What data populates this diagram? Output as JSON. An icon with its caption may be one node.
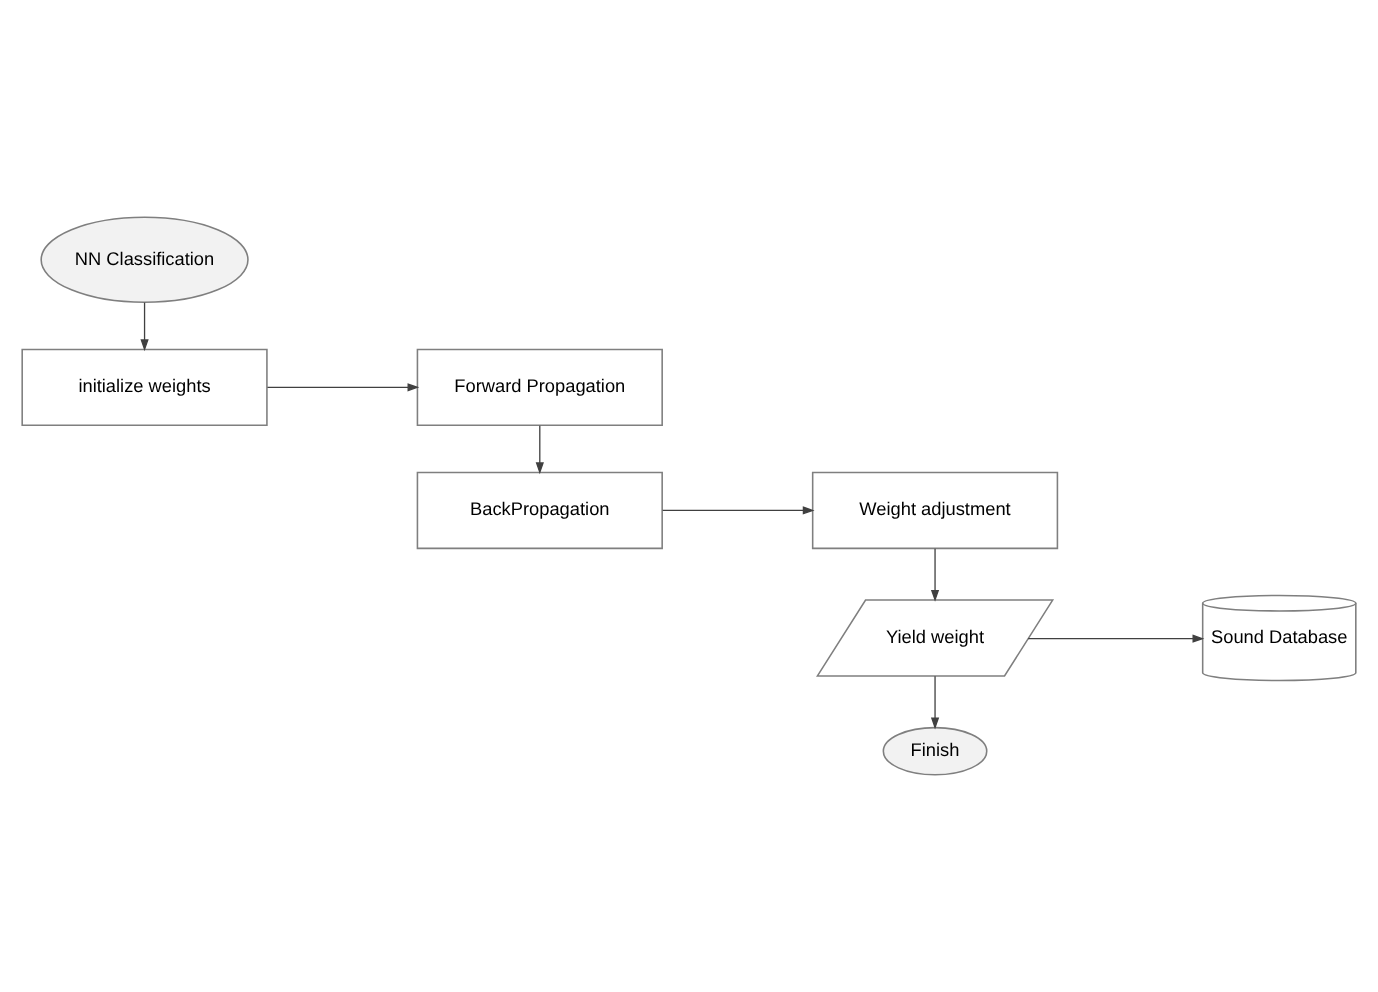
{
  "diagram": {
    "nodes": [
      {
        "text": [
          "NN Classification"
        ]
      },
      {
        "text": [
          "initialize weights"
        ]
      },
      {
        "text": [
          "Forward Propagation"
        ]
      },
      {
        "text": [
          "BackPropagation"
        ]
      },
      {
        "text": [
          "Weight adjustment"
        ]
      },
      {
        "text": [
          "Yield weight"
        ]
      },
      {
        "text": [
          "Sound Database"
        ]
      },
      {
        "text": [
          "Finish"
        ]
      }
    ],
    "edges": [
      {
        "from": 0,
        "to": 1,
        "arrow": "to"
      },
      {
        "from": 1,
        "to": 2,
        "arrow": "to"
      },
      {
        "from": 2,
        "to": 3,
        "arrow": "to"
      },
      {
        "from": 3,
        "to": 4,
        "arrow": "to"
      },
      {
        "from": 4,
        "to": 5,
        "arrow": "to"
      },
      {
        "from": 5,
        "to": 6,
        "arrow": "to"
      },
      {
        "from": 5,
        "to": 7,
        "arrow": "to"
      }
    ]
  }
}
